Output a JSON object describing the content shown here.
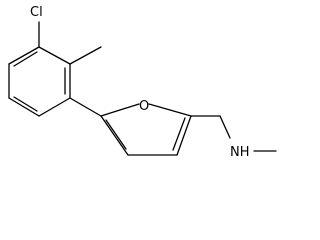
{
  "molecule": {
    "atom_labels": {
      "chlorine": "Cl",
      "oxygen": "O",
      "nitrogen_amine": "NH"
    }
  },
  "colors": {
    "bond": "#000000",
    "label": "#000000",
    "background": "#ffffff"
  }
}
